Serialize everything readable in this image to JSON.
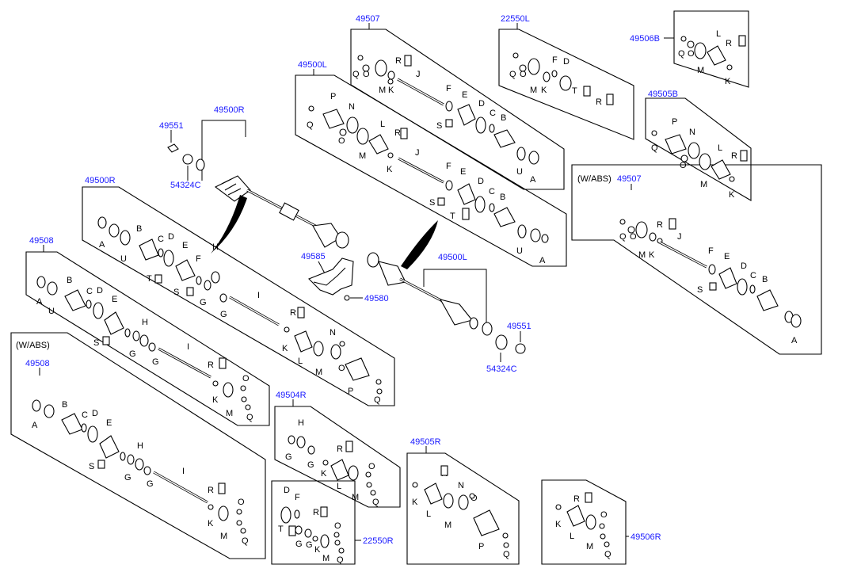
{
  "groups": {
    "g49507_top": {
      "label": "49507"
    },
    "g22550L": {
      "label": "22550L"
    },
    "g49506B": {
      "label": "49506B"
    },
    "g49500L_top": {
      "label": "49500L"
    },
    "g49505B": {
      "label": "49505B"
    },
    "g49500R_main": {
      "label": "49500R"
    },
    "g49551_left": {
      "label": "49551"
    },
    "g54324C_left": {
      "label": "54324C"
    },
    "g49500R_box": {
      "label": "49500R"
    },
    "g49508_box": {
      "label": "49508"
    },
    "g49508_abs": {
      "label": "49508",
      "qualifier": "(W/ABS)"
    },
    "g49585": {
      "label": "49585"
    },
    "g49580": {
      "label": "49580"
    },
    "g49500L_main": {
      "label": "49500L"
    },
    "g49551_right": {
      "label": "49551"
    },
    "g54324C_right": {
      "label": "54324C"
    },
    "g49507_abs": {
      "label": "49507",
      "qualifier": "(W/ABS)"
    },
    "g49504R": {
      "label": "49504R"
    },
    "g49505R": {
      "label": "49505R"
    },
    "g22550R": {
      "label": "22550R"
    },
    "g49506R": {
      "label": "49506R"
    }
  },
  "letters": {
    "A": "A",
    "B": "B",
    "C": "C",
    "D": "D",
    "E": "E",
    "F": "F",
    "G": "G",
    "H": "H",
    "I": "I",
    "J": "J",
    "K": "K",
    "L": "L",
    "M": "M",
    "N": "N",
    "O": "O",
    "P": "P",
    "Q": "Q",
    "R": "R",
    "S": "S",
    "T": "T",
    "U": "U"
  },
  "style": {
    "label_color": "#1a1aff",
    "line_color": "#000000"
  }
}
